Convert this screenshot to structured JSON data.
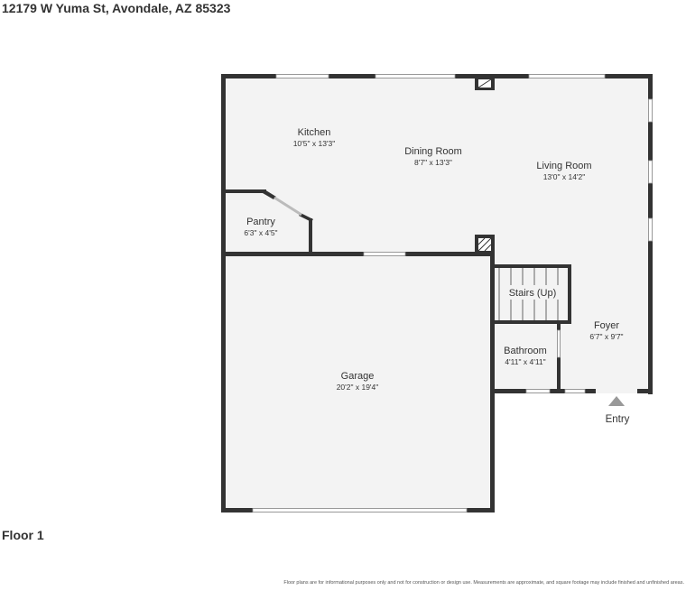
{
  "header": {
    "address": "12179 W Yuma St, Avondale, AZ 85323"
  },
  "floor_label": "Floor 1",
  "disclaimer": "Floor plans are for informational purposes only and not for construction or design use. Measurements are approximate, and square footage may include finished and unfinished areas.",
  "entry": {
    "label": "Entry"
  },
  "rooms": {
    "kitchen": {
      "name": "Kitchen",
      "dims": "10'5\" x 13'3\""
    },
    "dining": {
      "name": "Dining Room",
      "dims": "8'7\" x 13'3\""
    },
    "living": {
      "name": "Living Room",
      "dims": "13'0\" x 14'2\""
    },
    "pantry": {
      "name": "Pantry",
      "dims": "6'3\" x 4'5\""
    },
    "stairs": {
      "name": "Stairs (Up)"
    },
    "foyer": {
      "name": "Foyer",
      "dims": "6'7\" x 9'7\""
    },
    "bathroom": {
      "name": "Bathroom",
      "dims": "4'11\" x 4'11\""
    },
    "garage": {
      "name": "Garage",
      "dims": "20'2\" x 19'4\""
    }
  },
  "colors": {
    "wall": "#333333",
    "floor": "#f3f3f3",
    "window": "#ffffff",
    "background": "#ffffff"
  }
}
